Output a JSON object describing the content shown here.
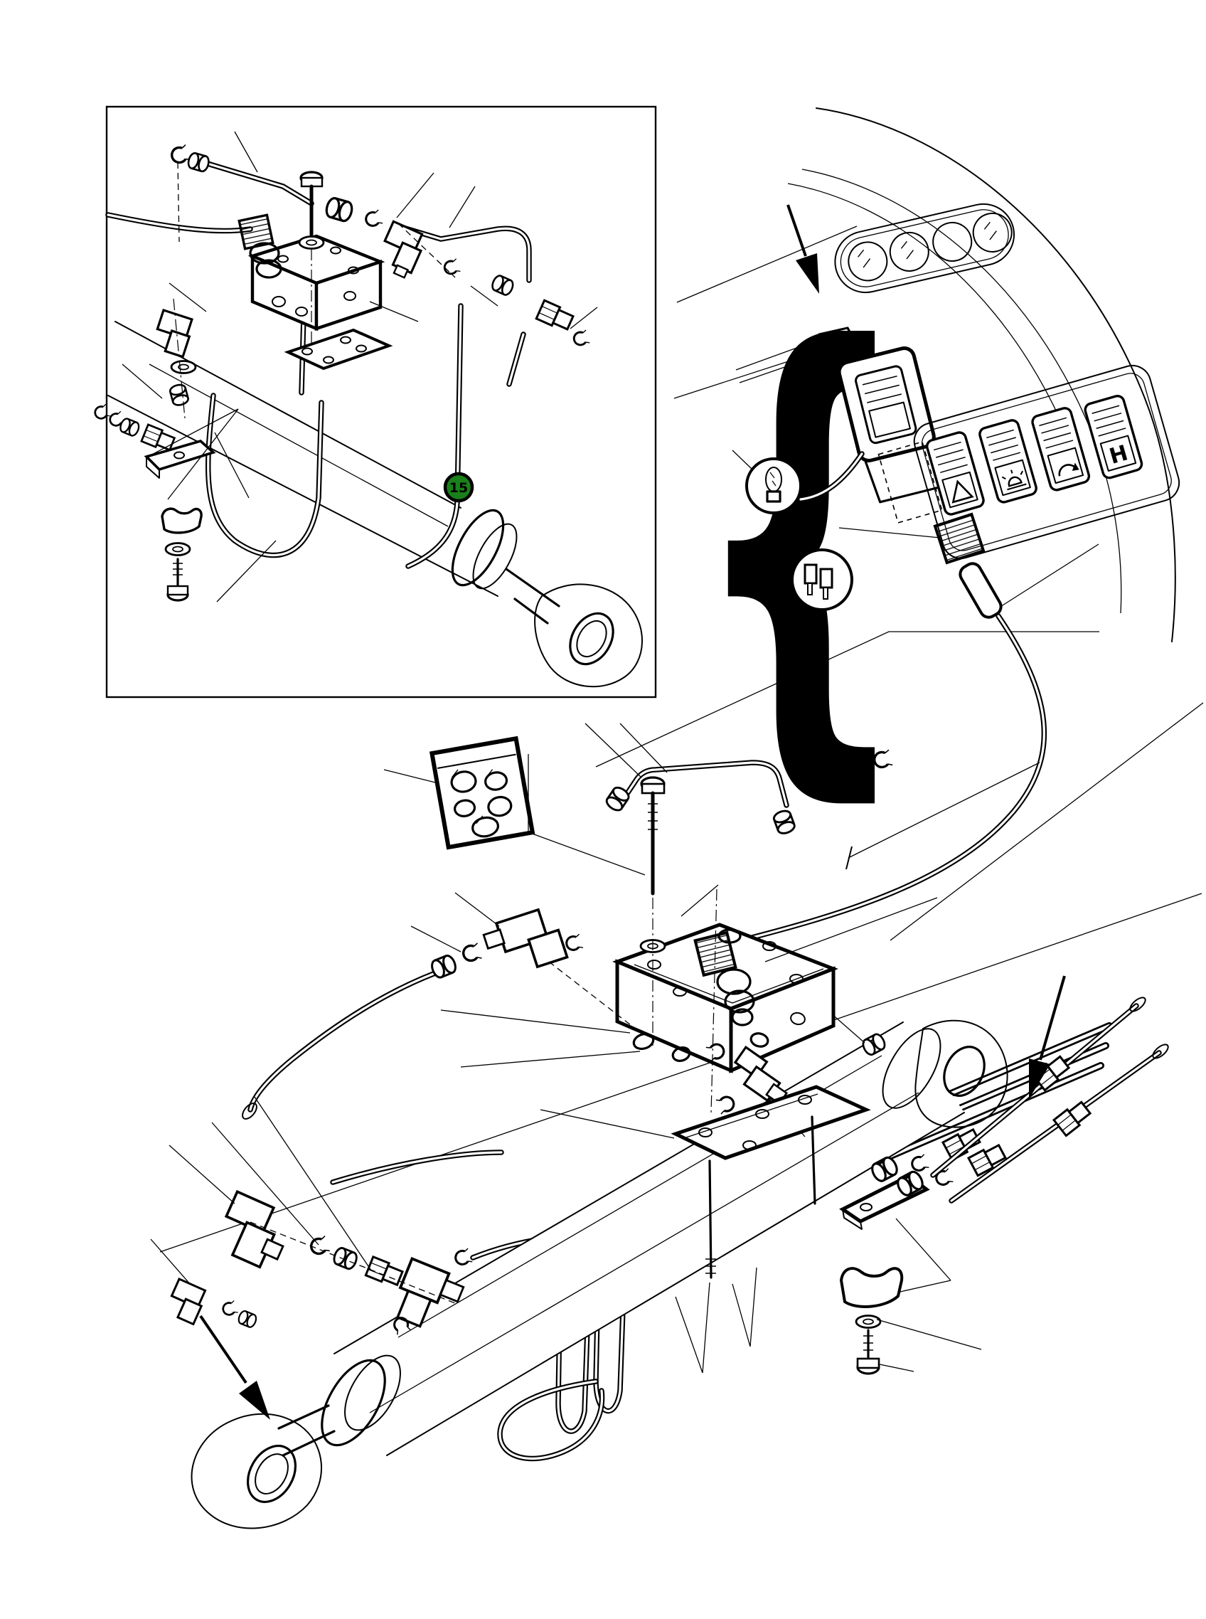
{
  "figure": {
    "background": "#ffffff",
    "line_color": "#000000",
    "highlight_badge": {
      "label": "15",
      "fill": "#1a801a",
      "stroke": "#000000",
      "text_color": "#ffffff"
    }
  },
  "inset_panel": {
    "name": "sub-assembly-detail-box"
  },
  "dashboard": {
    "brace_glyph": "{",
    "cluster_light_count": 4,
    "switches": [
      {
        "symbol": "hazard-triangle-icon",
        "label": ""
      },
      {
        "symbol": "beacon-icon",
        "label": ""
      },
      {
        "symbol": "work-light-icon",
        "label": ""
      },
      {
        "symbol": "letter-h-icon",
        "label": "H"
      }
    ],
    "details": [
      "rocker-switch",
      "switch-blank-cap",
      "bulb",
      "blade-fuses",
      "harness-connector"
    ]
  },
  "main_diagram": {
    "components": [
      "solenoid-valve-block",
      "mounting-plate",
      "hydraulic-cylinder",
      "pipes",
      "hoses",
      "pipe-clamps",
      "fittings",
      "gauge-plate"
    ]
  },
  "arrows": {
    "count": 3
  }
}
